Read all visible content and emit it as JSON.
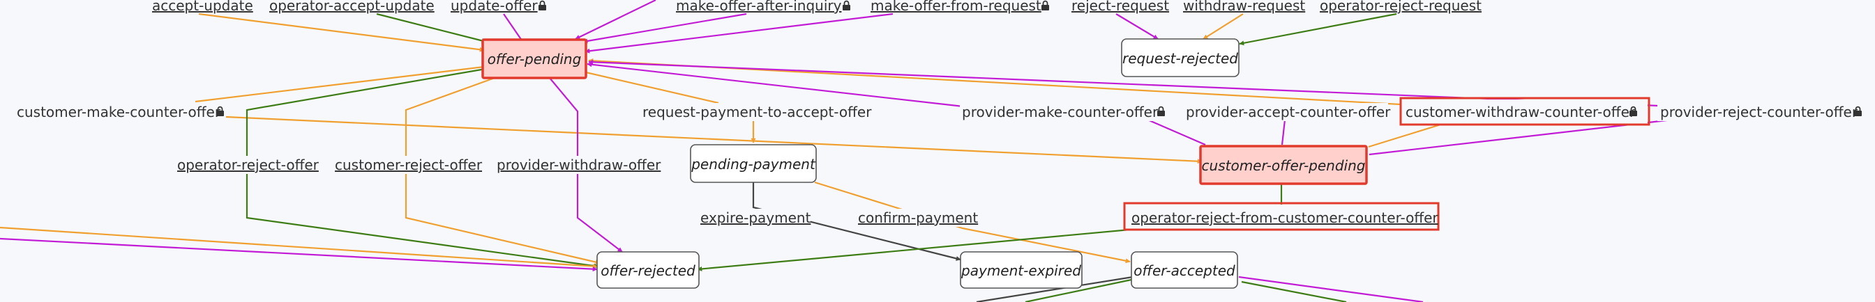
{
  "colors": {
    "orange": "#f0a030",
    "magenta": "#c21bd6",
    "green": "#3e7d16",
    "dark": "#444444",
    "highlight_fill": "#ffd0cc",
    "highlight_stroke": "#e23b2e"
  },
  "states": {
    "offer_pending": "offer-pending",
    "request_rejected": "request-rejected",
    "pending_payment": "pending-payment",
    "customer_offer_pending": "customer-offer-pending",
    "offer_rejected": "offer-rejected",
    "payment_expired": "payment-expired",
    "offer_accepted": "offer-accepted"
  },
  "transitions": {
    "accept_update": "accept-update",
    "operator_accept_update": "operator-accept-update",
    "update_offer": "update-offer",
    "make_offer_after_inquiry": "make-offer-after-inquiry",
    "make_offer_from_request": "make-offer-from-request",
    "reject_request": "reject-request",
    "withdraw_request": "withdraw-request",
    "operator_reject_request": "operator-reject-request",
    "customer_make_counter_offer": "customer-make-counter-offer",
    "request_payment_to_accept_offer": "request-payment-to-accept-offer",
    "provider_make_counter_offer": "provider-make-counter-offer",
    "provider_accept_counter_offer": "provider-accept-counter-offer",
    "customer_withdraw_counter_offer": "customer-withdraw-counter-offer",
    "provider_reject_counter_offer": "provider-reject-counter-offer",
    "operator_reject_offer": "operator-reject-offer",
    "customer_reject_offer": "customer-reject-offer",
    "provider_withdraw_offer": "provider-withdraw-offer",
    "expire_payment": "expire-payment",
    "confirm_payment": "confirm-payment",
    "operator_reject_from_customer_counter_offer": "operator-reject-from-customer-counter-offer"
  }
}
